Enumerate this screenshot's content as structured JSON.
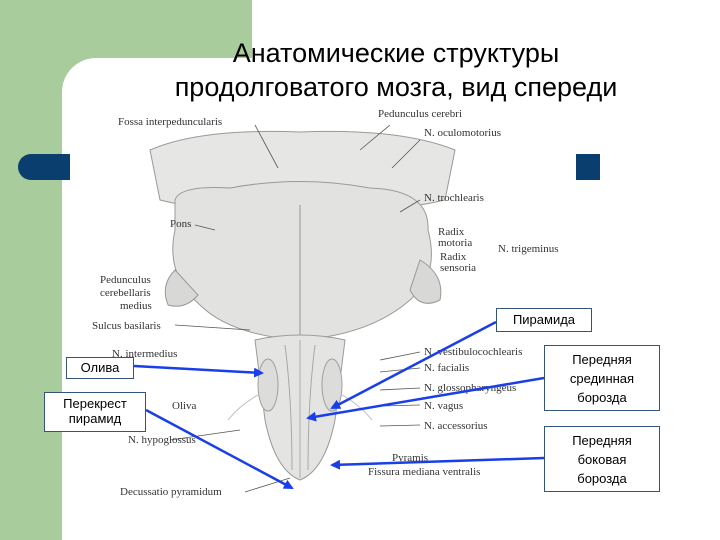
{
  "title": {
    "line1": "Анатомические структуры",
    "line2": "продолговатого мозга, вид спереди"
  },
  "colors": {
    "green": "#a8cc9c",
    "navy": "#0a3e6e",
    "arrow": "#1a3ee8"
  },
  "latin_labels": {
    "fossa": "Fossa interpeduncularis",
    "pedunculus": "Pedunculus cerebri",
    "oculomotorius": "N. oculomotorius",
    "trochlearis": "N. trochlearis",
    "pons": "Pons",
    "radix_motoria_1": "Radix",
    "radix_motoria_2": "motoria",
    "trigeminus": "N. trigeminus",
    "radix_sensoria_1": "Radix",
    "radix_sensoria_2": "sensoria",
    "ped_cereb_1": "Pedunculus",
    "ped_cereb_2": "cerebellaris",
    "ped_cereb_3": "medius",
    "sulcus": "Sulcus basilaris",
    "intermedius": "N. intermedius",
    "vestibulocochlearis": "N. vestibulocochlearis",
    "facialis": "N. facialis",
    "glossopharyngeus": "N. glossopharyngeus",
    "vagus": "N. vagus",
    "accessorius": "N. accessorius",
    "oliva": "Oliva",
    "hypoglossus": "N. hypoglossus",
    "pyramis": "Pyramis",
    "fissura": "Fissura mediana ventralis",
    "decussatio": "Decussatio pyramidum"
  },
  "callouts": {
    "piramida": "Пирамида",
    "oliva": "Олива",
    "perekrest_1": "Перекрест",
    "perekrest_2": "пирамид",
    "perednyaya_sred_1": "Передняя",
    "perednyaya_sred_2": "срединная",
    "perednyaya_sred_3": "борозда",
    "perednyaya_bok_1": "Передняя",
    "perednyaya_bok_2": "боковая",
    "perednyaya_bok_3": "борозда"
  }
}
